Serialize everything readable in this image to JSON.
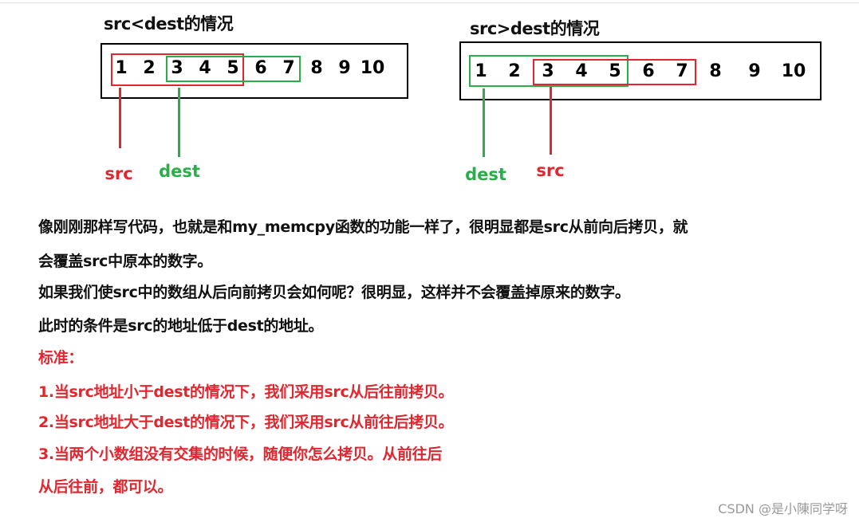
{
  "left": {
    "title": "src<dest的情况",
    "cells": [
      "1",
      "2",
      "3",
      "4",
      "5",
      "6",
      "7",
      "8",
      "9",
      "10"
    ],
    "src_label": "src",
    "dest_label": "dest"
  },
  "right": {
    "title": "src>dest的情况",
    "cells": [
      "1",
      "2",
      "3",
      "4",
      "5",
      "6",
      "7",
      "8",
      "9",
      "10"
    ],
    "dest_label": "dest",
    "src_label": "src"
  },
  "paragraphs": [
    {
      "text": "像刚刚那样写代码，也就是和my_memcpy函数的功能一样了，很明显都是src从前向后拷贝，就",
      "color": "black"
    },
    {
      "text": "会覆盖src中原本的数字。",
      "color": "black"
    },
    {
      "text": "如果我们使src中的数组从后向前拷贝会如何呢？很明显，这样并不会覆盖掉原来的数字。",
      "color": "black"
    },
    {
      "text": "此时的条件是src的地址低于dest的地址。",
      "color": "black"
    },
    {
      "text": "标准：",
      "color": "red"
    },
    {
      "text": "1.当src地址小于dest的情况下，我们采用src从后往前拷贝。",
      "color": "red"
    },
    {
      "text": "2.当src地址大于dest的情况下，我们采用src从前往后拷贝。",
      "color": "red"
    },
    {
      "text": "3.当两个小数组没有交集的时候，随便你怎么拷贝。从前往后",
      "color": "red"
    },
    {
      "text": "从后往前，都可以。",
      "color": "red"
    }
  ],
  "watermark": "CSDN @是小陳同学呀",
  "colors": {
    "src": "#e0262e",
    "dest": "#2aae4a",
    "text": "#111111"
  }
}
